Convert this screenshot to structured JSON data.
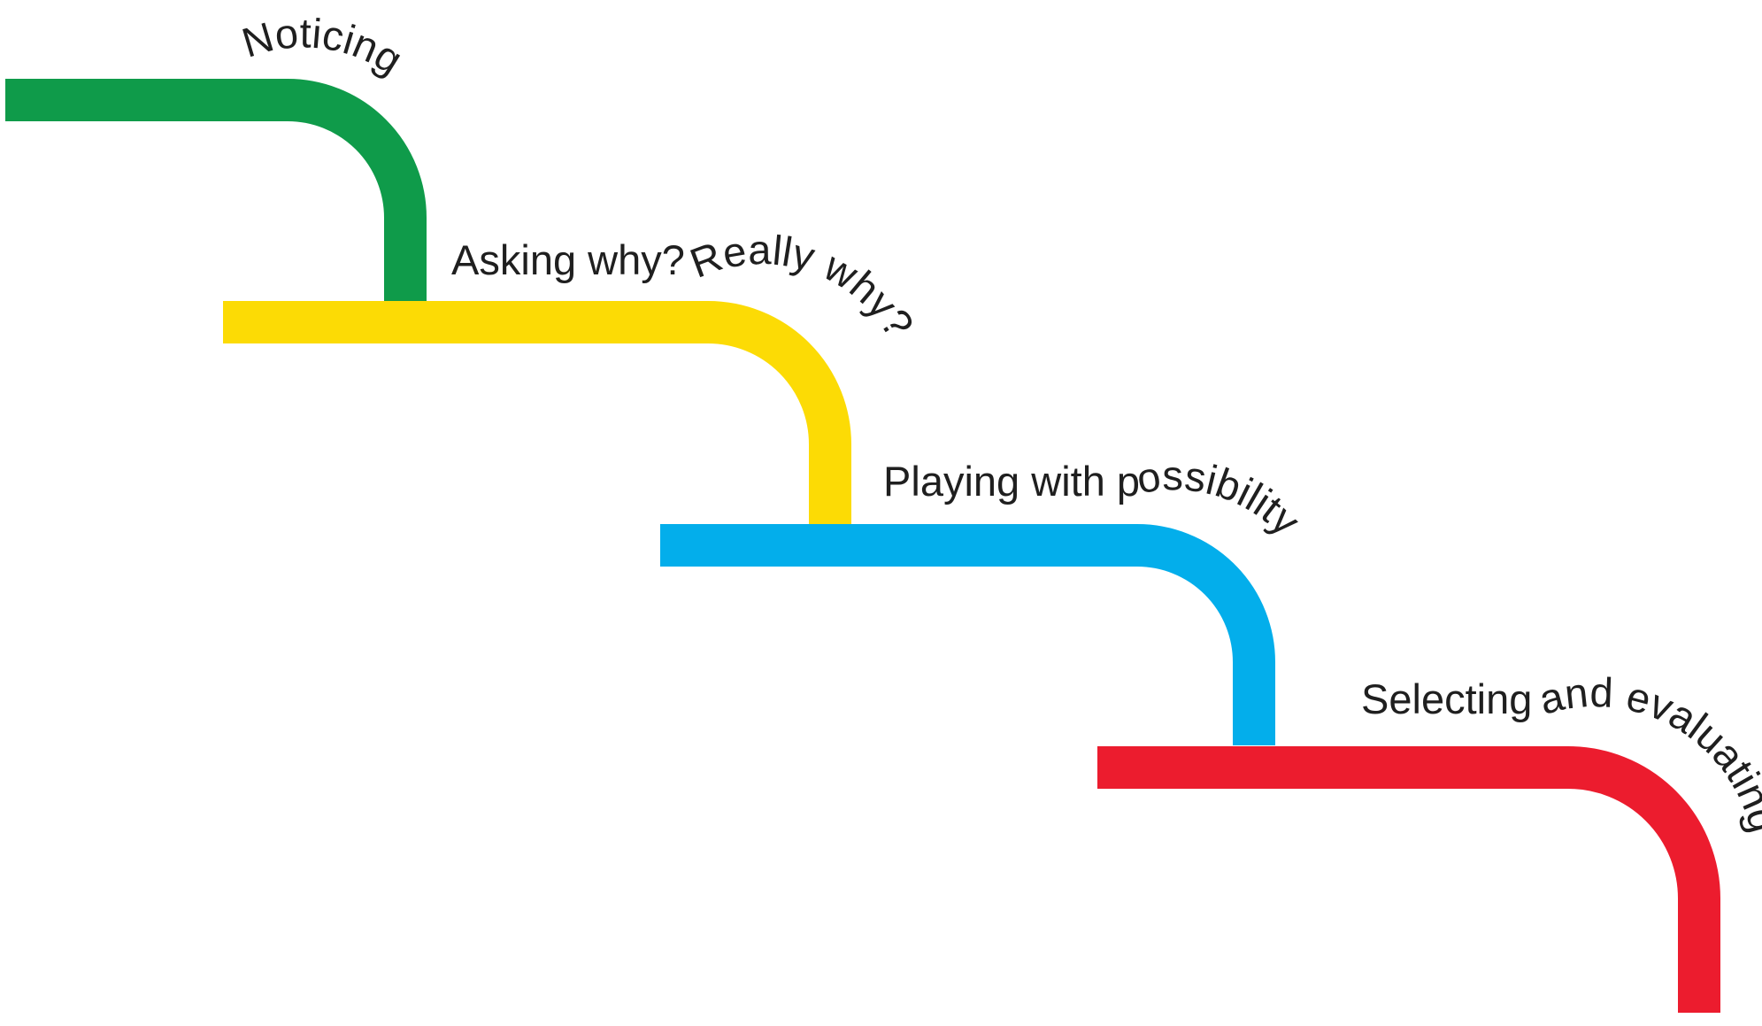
{
  "diagram": {
    "type": "staircase-process",
    "stages": [
      {
        "label": "Noticing",
        "color": "#0f9b4a"
      },
      {
        "label": "Asking why? Really why?",
        "color": "#fcdb05"
      },
      {
        "label": "Playing with possibility",
        "color": "#03aeeb"
      },
      {
        "label": "Selecting and evaluating",
        "color": "#ec1c2e"
      }
    ]
  }
}
